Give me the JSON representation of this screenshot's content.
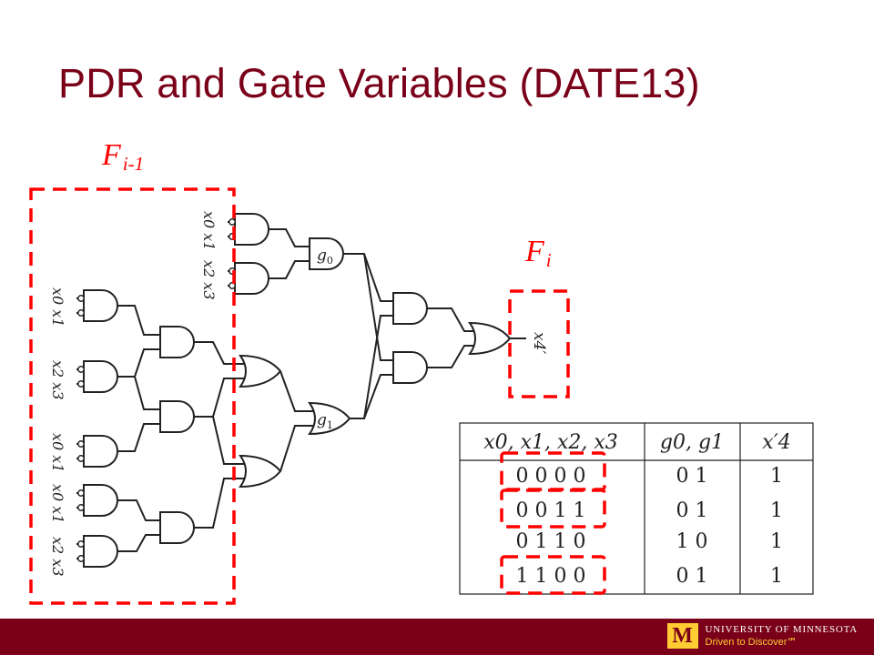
{
  "slide": {
    "title": "PDR and Gate Variables (DATE13)"
  },
  "frames": {
    "prev": {
      "letter": "F",
      "sub": "i-1"
    },
    "curr": {
      "letter": "F",
      "sub": "i"
    }
  },
  "circuit": {
    "input_labels": [
      "x0 x1",
      "x2 x3",
      "x0 x1",
      "x2 x3",
      "x0 x1",
      "x0 x1",
      "x2 x3"
    ],
    "gate_labels": {
      "g0": "g",
      "g0_sub": "0",
      "g1": "g",
      "g1_sub": "1"
    },
    "output_label": "x4′"
  },
  "table": {
    "headers": [
      "x0, x1, x2, x3",
      "g0, g1",
      "x′4"
    ],
    "rows": [
      [
        "0 0 0 0",
        "0 1",
        "1"
      ],
      [
        "0 0 1 1",
        "0 1",
        "1"
      ],
      [
        "0 1 1 0",
        "1 0",
        "1"
      ],
      [
        "1 1 0 0",
        "0 1",
        "1"
      ]
    ],
    "highlighted_rows": [
      0,
      1,
      3
    ]
  },
  "colors": {
    "title": "#7a0019",
    "highlight": "#ff0000",
    "footer": "#7a0019",
    "gold": "#ffcc33"
  },
  "footer": {
    "logo_mark": "M",
    "university": "UNIVERSITY OF MINNESOTA",
    "tagline": "Driven to Discover℠"
  }
}
